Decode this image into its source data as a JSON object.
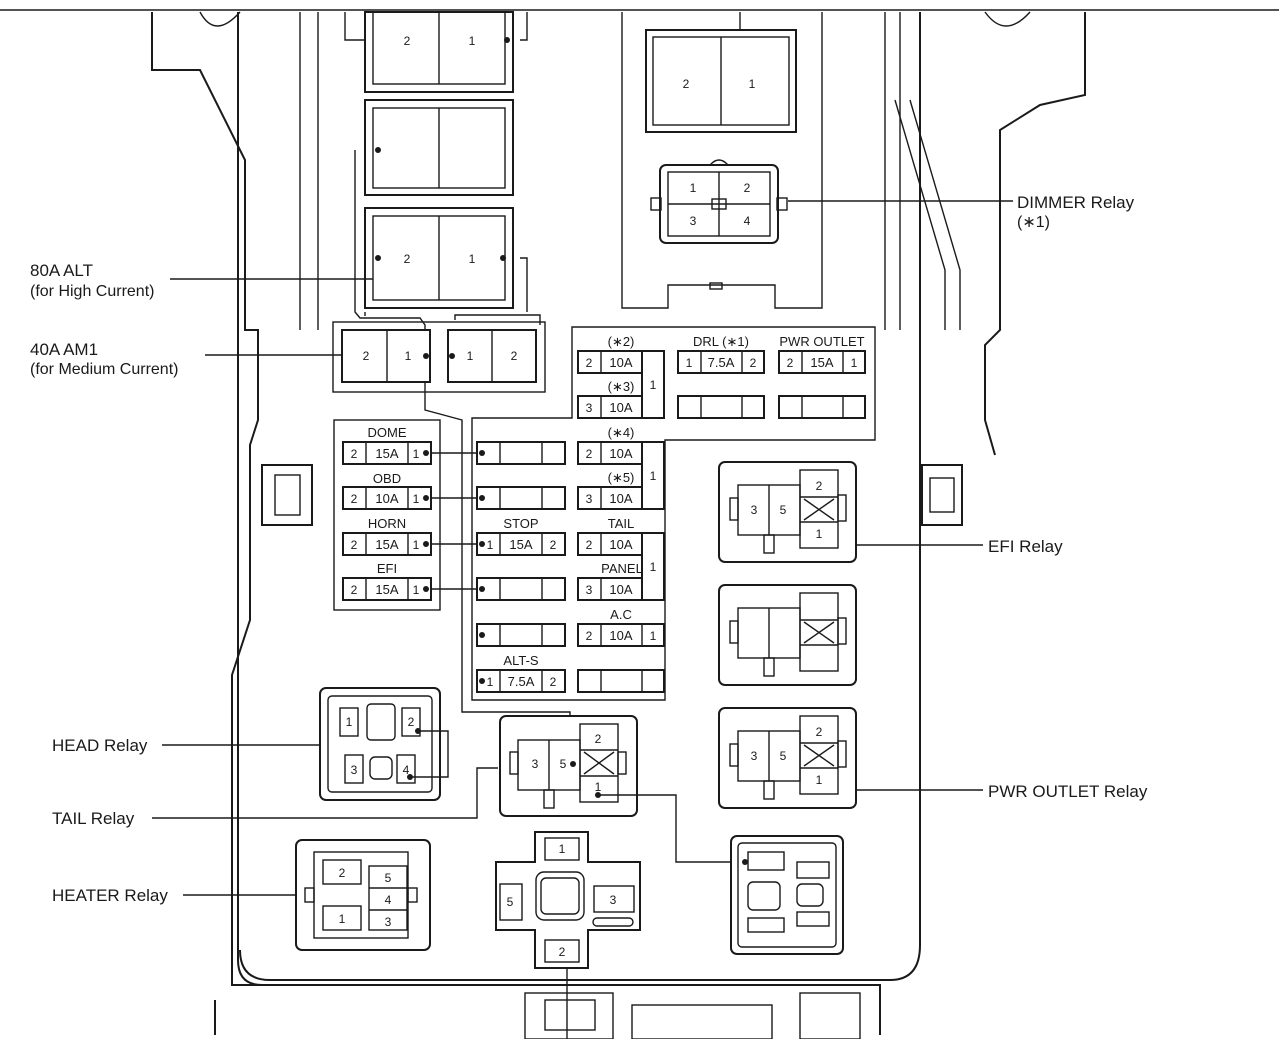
{
  "callouts": {
    "alt80": {
      "title": "80A ALT",
      "sub": "(for High Current)"
    },
    "am1": {
      "title": "40A AM1",
      "sub": "(for Medium Current)"
    },
    "dimmer": {
      "title": "DIMMER Relay",
      "sub": "(∗1)"
    },
    "efi_relay": "EFI Relay",
    "pwr_outlet_relay": "PWR OUTLET Relay",
    "head_relay": "HEAD Relay",
    "tail_relay": "TAIL Relay",
    "heater_relay": "HEATER Relay"
  },
  "left_fuses": [
    {
      "name": "DOME",
      "pins": [
        "2",
        "15A",
        "1"
      ]
    },
    {
      "name": "OBD",
      "pins": [
        "2",
        "10A",
        "1"
      ]
    },
    {
      "name": "HORN",
      "pins": [
        "2",
        "15A",
        "1"
      ]
    },
    {
      "name": "EFI",
      "pins": [
        "2",
        "15A",
        "1"
      ]
    }
  ],
  "mid_fuses": {
    "stop": {
      "name": "STOP",
      "pins": [
        "1",
        "15A",
        "2"
      ]
    },
    "alts": {
      "name": "ALT-S",
      "pins": [
        "1",
        "7.5A",
        "2"
      ]
    }
  },
  "right_fuses": {
    "f2": {
      "name": "(∗2)",
      "pins": [
        "2",
        "10A"
      ]
    },
    "f3": {
      "name": "(∗3)",
      "pins": [
        "3",
        "10A"
      ]
    },
    "f4": {
      "name": "(∗4)",
      "pins": [
        "2",
        "10A"
      ]
    },
    "f5": {
      "name": "(∗5)",
      "pins": [
        "3",
        "10A"
      ]
    },
    "tail": {
      "name": "TAIL",
      "pins": [
        "2",
        "10A"
      ]
    },
    "panel": {
      "name": "PANEL",
      "pins": [
        "3",
        "10A"
      ]
    },
    "ac": {
      "name": "A.C",
      "pins": [
        "2",
        "10A",
        "1"
      ]
    },
    "common_pin": "1"
  },
  "top_fuses": {
    "drl": {
      "name": "DRL (∗1)",
      "pins": [
        "1",
        "7.5A",
        "2"
      ]
    },
    "pwr": {
      "name": "PWR OUTLET",
      "pins": [
        "2",
        "15A",
        "1"
      ]
    }
  },
  "fusible_links": {
    "alt_top": [
      "2",
      "1"
    ],
    "alt": [
      "2",
      "1"
    ],
    "am1_left": [
      "2",
      "1"
    ],
    "am1_right": [
      "1",
      "2"
    ]
  },
  "relays": {
    "top_right": [
      "2",
      "1"
    ],
    "dimmer": [
      "1",
      "2",
      "3",
      "4"
    ],
    "efi": [
      "3",
      "5",
      "2",
      "1"
    ],
    "pwr_outlet": [
      "3",
      "5",
      "2",
      "1"
    ],
    "head": [
      "1",
      "2",
      "3",
      "4"
    ],
    "tail": [
      "3",
      "5",
      "2",
      "1"
    ],
    "heater": [
      "2",
      "5",
      "4",
      "1",
      "3"
    ],
    "cross": [
      "1",
      "5",
      "3",
      "2"
    ]
  }
}
